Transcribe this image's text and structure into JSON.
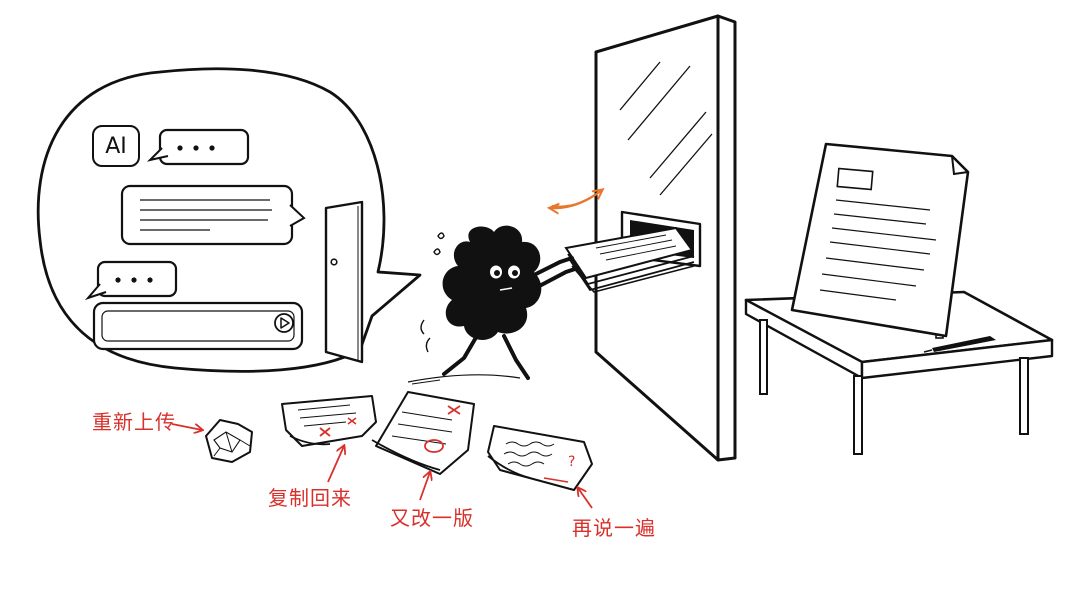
{
  "chat_bubble": {
    "ai_label": "AI",
    "typing_dots_1": "···",
    "typing_dots_2": "···"
  },
  "annotations": {
    "reupload": "重新上传",
    "copy_back": "复制回来",
    "revise_again": "又改一版",
    "say_again": "再说一遍"
  },
  "colors": {
    "ink": "#111111",
    "annotation_red": "#d9302b",
    "arrow_orange": "#e8772e"
  },
  "icons": [
    "play-icon",
    "pen-icon",
    "crumpled-paper-icon",
    "door-icon"
  ]
}
